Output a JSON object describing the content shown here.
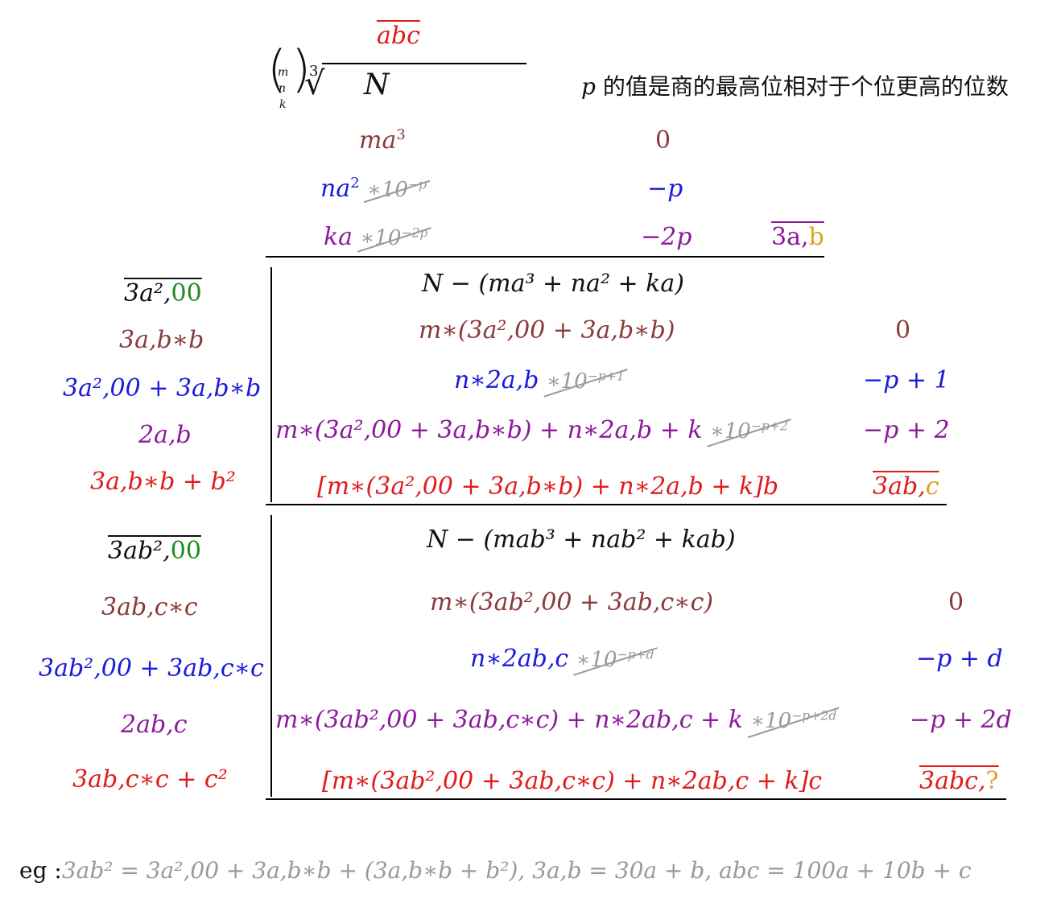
{
  "colors": {
    "brown": "#8b3a3a",
    "blue": "#1a1adb",
    "purple": "#8b1a9a",
    "red": "#e01b1b",
    "green": "#1e8c1e",
    "orange": "#e0a020",
    "gray": "#999999"
  },
  "header": {
    "root_result": "abc",
    "coefficients": [
      "m",
      "n",
      "k"
    ],
    "root_index": "3",
    "radicand": "N",
    "note_var": "p",
    "note_text": " 的值是商的最高位相对于个位更高的位数"
  },
  "first": {
    "rows": [
      {
        "term": "ma",
        "exp": "3",
        "scale": "",
        "shift": "0"
      },
      {
        "term": "na",
        "exp": "2",
        "scale": "*10^−p",
        "shift": "−p"
      },
      {
        "term": "ka",
        "exp": "",
        "scale": "*10^−2p",
        "shift": "−2p"
      }
    ],
    "result": "3a,",
    "result_digit": "b"
  },
  "second": {
    "left": [
      "3a²,",
      "00",
      "3a,b∗b",
      "3a²,00 + 3a,b∗b",
      "2a,b",
      "3a,b∗b + b²"
    ],
    "center": [
      "N − (ma³ + na² + ka)",
      "m∗(3a²,00 + 3a,b∗b)",
      "n∗2a,b",
      "m∗(3a²,00 + 3a,b∗b) + n∗2a,b + k",
      "[m∗(3a²,00 + 3a,b∗b) + n∗2a,b + k]b"
    ],
    "scales": [
      "*10^−p+1",
      "*10^−p+2"
    ],
    "right": [
      "0",
      "−p + 1",
      "−p + 2"
    ],
    "result": "3ab,",
    "result_digit": "c"
  },
  "third": {
    "left": [
      "3ab²,",
      "00",
      "3ab,c∗c",
      "3ab²,00 + 3ab,c∗c",
      "2ab,c",
      "3ab,c∗c + c²"
    ],
    "center": [
      "N − (mab³ + nab² + kab)",
      "m∗(3ab²,00 + 3ab,c∗c)",
      "n∗2ab,c",
      "m∗(3ab²,00 + 3ab,c∗c) + n∗2ab,c + k",
      "[m∗(3ab²,00 + 3ab,c∗c) + n∗2ab,c + k]c"
    ],
    "scales": [
      "*10^−p+d",
      "*10^−p+2d"
    ],
    "right": [
      "0",
      "−p + d",
      "−p + 2d"
    ],
    "result": "3abc,",
    "result_digit": "?"
  },
  "footer": {
    "prefix": "eg :",
    "equation": "3ab² = 3a²,00 + 3a,b∗b + (3a,b∗b + b²),  3a,b = 30a + b,  abc = 100a + 10b + c"
  }
}
